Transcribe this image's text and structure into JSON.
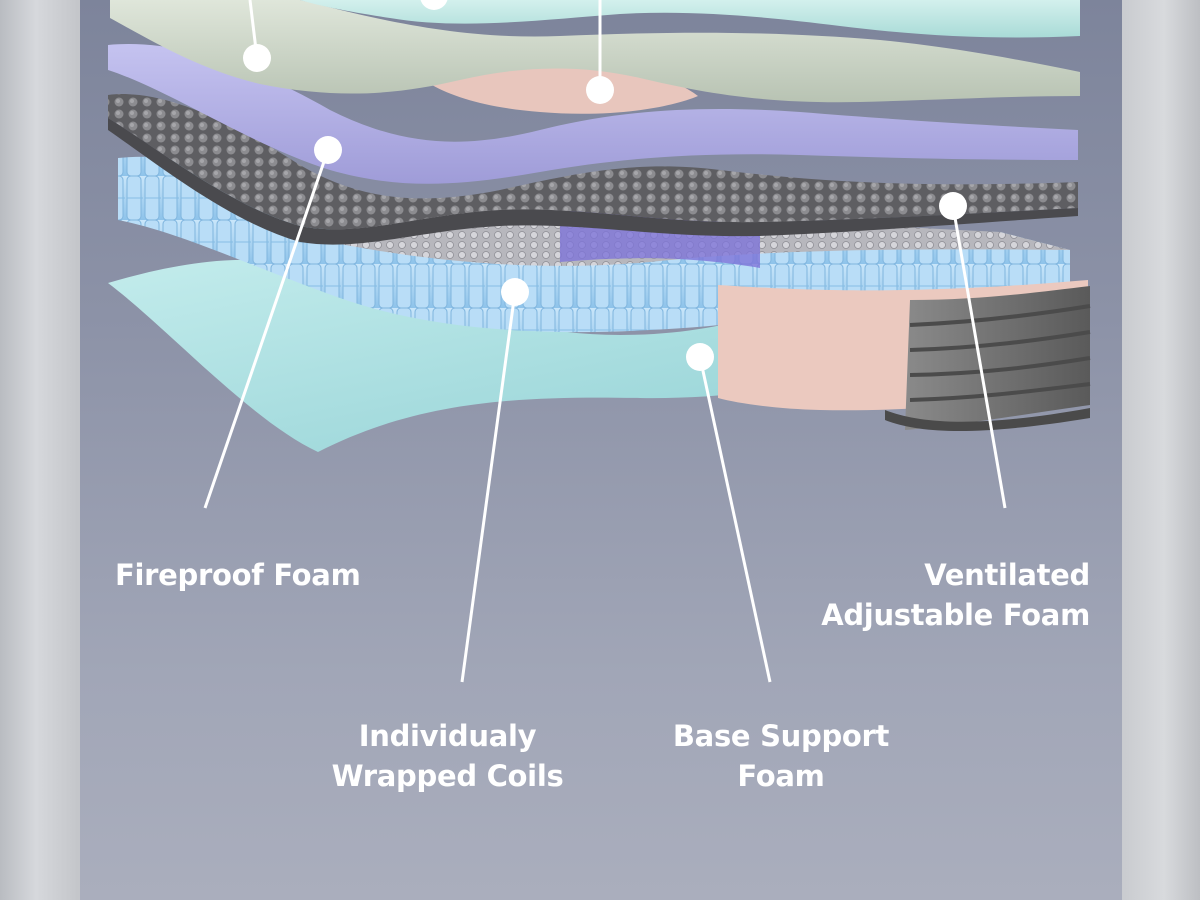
{
  "labels": {
    "fireproof_foam": "Fireproof Foam",
    "ventilated_foam": {
      "line1": "Ventilated",
      "line2": "Adjustable Foam"
    },
    "wrapped_coils": {
      "line1": "Individualy",
      "line2": "Wrapped Coils"
    },
    "base_support": {
      "line1": "Base Support",
      "line2": "Foam"
    }
  },
  "colors": {
    "panel": "#8a90a5",
    "base_foam": "#a8dcdf",
    "coils": "#a7d3f2",
    "convoluted_foam": "#6e6e72",
    "fireproof_layer": "#b4b2e6",
    "sage_layer": "#c9d3c4",
    "top_mint": "#bfe6e2",
    "pink_insert": "#e8c6bd",
    "cover_fabric": "#6a6a6a",
    "label_text": "#ffffff"
  }
}
